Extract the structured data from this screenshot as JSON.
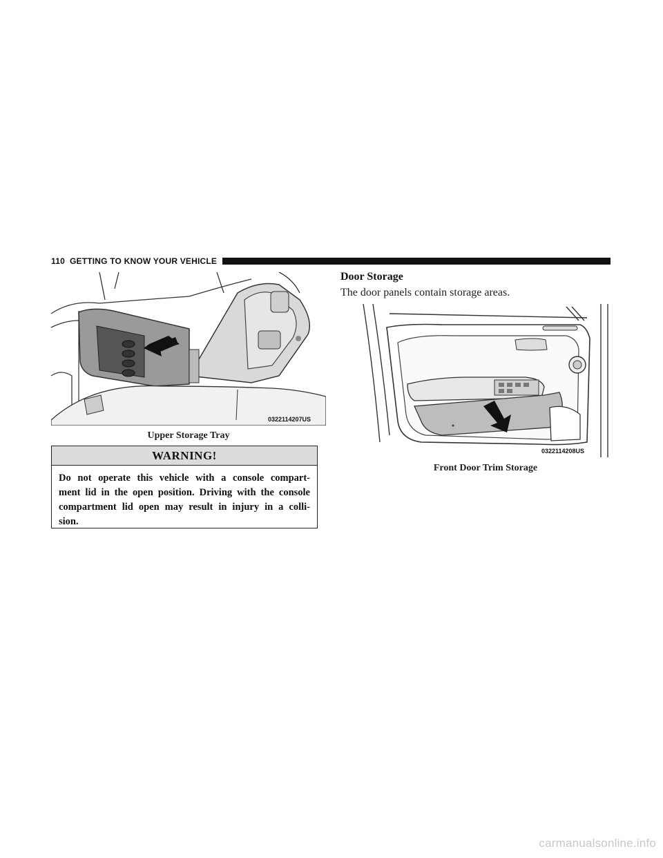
{
  "header": {
    "page_number": "110",
    "section_title": "GETTING TO KNOW YOUR VEHICLE"
  },
  "figure_left": {
    "code": "0322114207US",
    "caption": "Upper Storage Tray"
  },
  "warning": {
    "title": "WARNING!",
    "lines": [
      "Do not operate this vehicle with a console compart-",
      "ment lid in the open position. Driving with the console",
      "compartment lid open may result in injury in a colli-",
      "sion."
    ]
  },
  "door_storage": {
    "heading": "Door Storage",
    "text": "The door panels contain storage areas."
  },
  "figure_right": {
    "code": "0322114208US",
    "caption": "Front Door Trim Storage"
  },
  "watermark": "carmanualsonline.info"
}
